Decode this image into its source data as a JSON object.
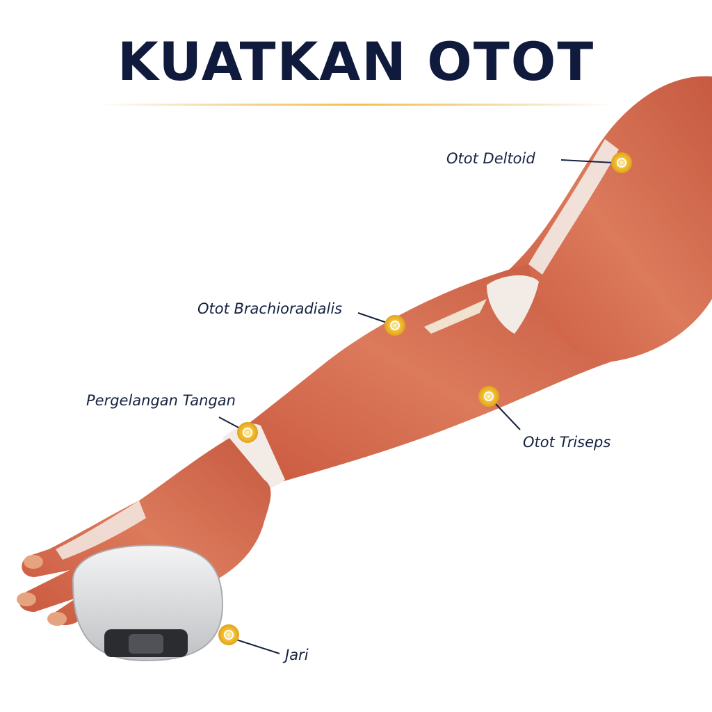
{
  "title": "KUATKAN OTOT",
  "colors": {
    "title": "#0f1a3c",
    "accent_line": "#e0a53a",
    "marker": "#f2b51d",
    "muscle": "#d46a4e",
    "tendon": "#f3ece6",
    "skin": "#e6a37f",
    "device": "#e9eaec"
  },
  "labels": {
    "deltoid": "Otot Deltoid",
    "brachioradialis": "Otot Brachioradialis",
    "wrist": "Pergelangan Tangan",
    "triceps": "Otot Triseps",
    "finger": "Jari"
  }
}
